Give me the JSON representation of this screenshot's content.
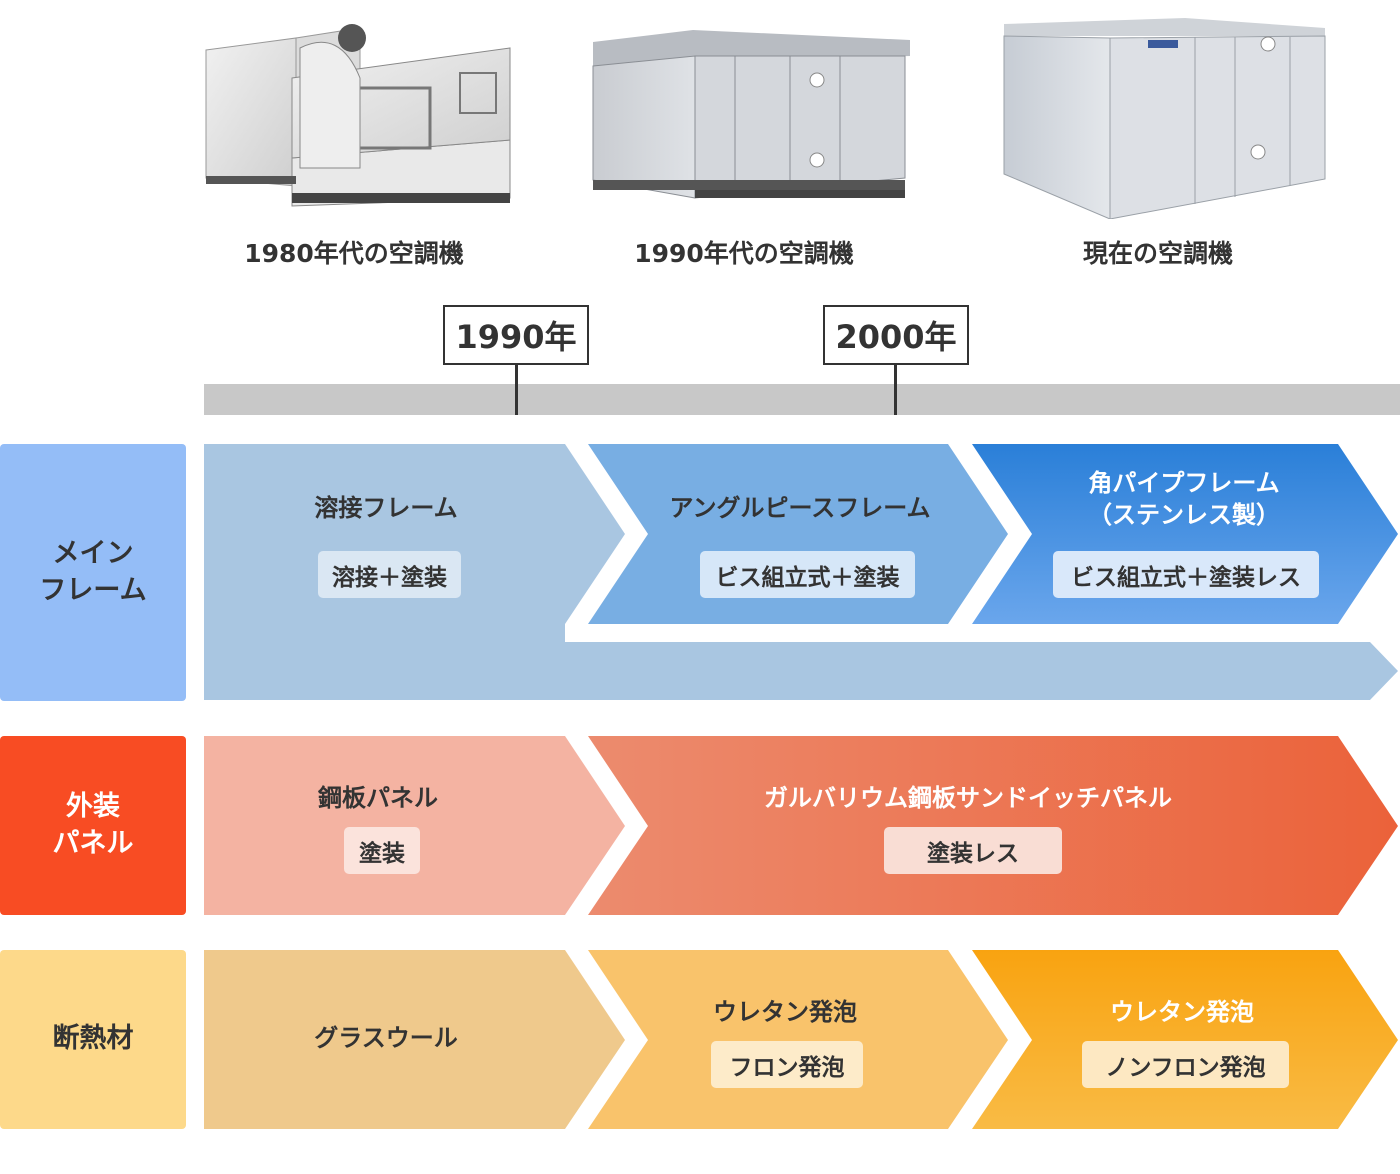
{
  "products": [
    {
      "caption": "1980年代の空調機"
    },
    {
      "caption": "1990年代の空調機"
    },
    {
      "caption": "現在の空調機"
    }
  ],
  "timeline": {
    "years": [
      "1990年",
      "2000年"
    ]
  },
  "rows": {
    "main_frame": {
      "label_lines": [
        "メイン",
        "フレーム"
      ],
      "color": "#94bdf7",
      "stages": [
        {
          "title": "溶接フレーム",
          "method": "溶接＋塗装"
        },
        {
          "title": "アングルピースフレーム",
          "method": "ビス組立式＋塗装"
        },
        {
          "title_lines": [
            "角パイプフレーム",
            "（ステンレス製）"
          ],
          "method": "ビス組立式＋塗装レス"
        }
      ]
    },
    "exterior_panel": {
      "label_lines": [
        "外装",
        "パネル"
      ],
      "color": "#f84c23",
      "stages": [
        {
          "title": "鋼板パネル",
          "method": "塗装"
        },
        {
          "title": "ガルバリウム鋼板サンドイッチパネル",
          "method": "塗装レス"
        }
      ]
    },
    "insulation": {
      "label_lines": [
        "断熱材"
      ],
      "color": "#fdd98a",
      "stages": [
        {
          "title": "グラスウール"
        },
        {
          "title": "ウレタン発泡",
          "method": "フロン発泡"
        },
        {
          "title": "ウレタン発泡",
          "method": "ノンフロン発泡"
        }
      ]
    }
  }
}
